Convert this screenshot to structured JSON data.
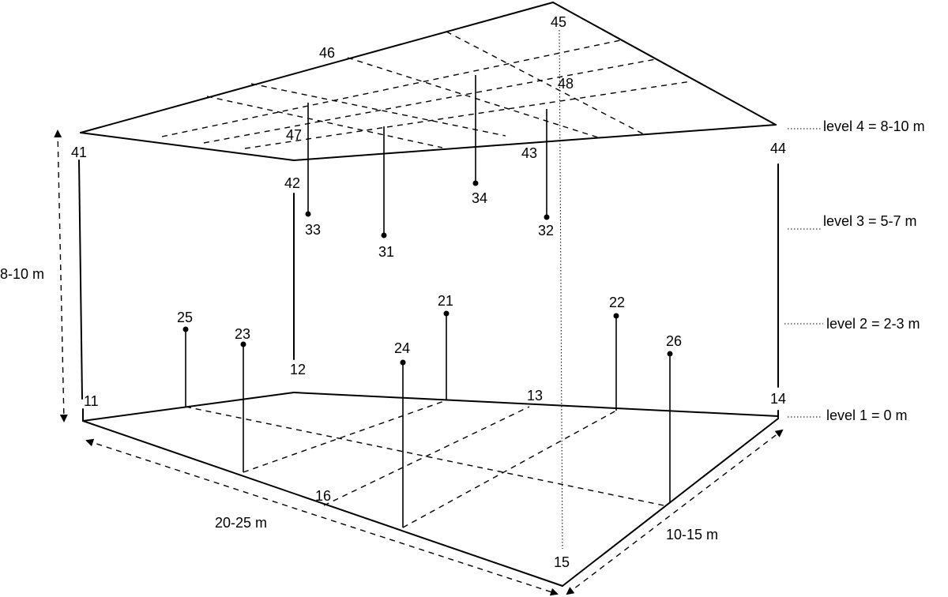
{
  "corners": {
    "c11": "11",
    "c12": "12",
    "c13": "13",
    "c14": "14",
    "c15": "15",
    "c16": "16",
    "c41": "41",
    "c42": "42",
    "c43": "43",
    "c44": "44",
    "c45": "45",
    "c46": "46",
    "c47": "47",
    "c48": "48"
  },
  "sensors": {
    "s21": "21",
    "s22": "22",
    "s23": "23",
    "s24": "24",
    "s25": "25",
    "s26": "26",
    "s31": "31",
    "s32": "32",
    "s33": "33",
    "s34": "34"
  },
  "levels": {
    "level4": "level  4 = 8-10 m",
    "level3": "level  3 = 5-7 m",
    "level2": "level  2 = 2-3 m",
    "level1": "level  1 = 0 m"
  },
  "dimensions": {
    "height": "8-10 m",
    "length": "20-25 m",
    "width": "10-15 m"
  }
}
